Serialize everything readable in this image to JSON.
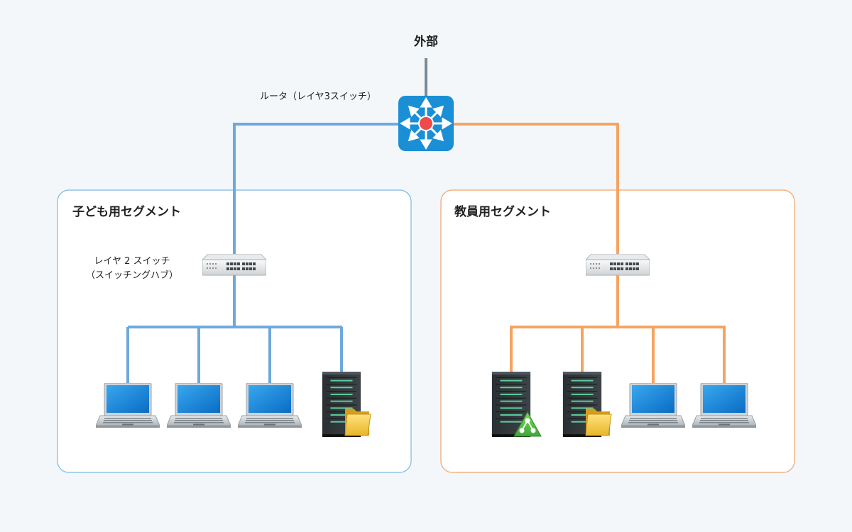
{
  "external": {
    "label": "外部"
  },
  "router": {
    "label": "ルータ（レイヤ3スイッチ）",
    "icon": "router-arrows-icon",
    "color": "#1a8fd6"
  },
  "segments": [
    {
      "id": "children",
      "title": "子ども用セグメント",
      "color": "#6fa8dc",
      "border": "#7ab8e0",
      "switch_label": [
        "レイヤ 2 スイッチ",
        "（スイッチングハブ）"
      ],
      "devices": [
        "laptop",
        "laptop",
        "laptop",
        "file-server"
      ]
    },
    {
      "id": "staff",
      "title": "教員用セグメント",
      "color": "#f4a460",
      "border": "#f4a46a",
      "devices": [
        "share-server",
        "file-server",
        "laptop",
        "laptop"
      ]
    }
  ]
}
